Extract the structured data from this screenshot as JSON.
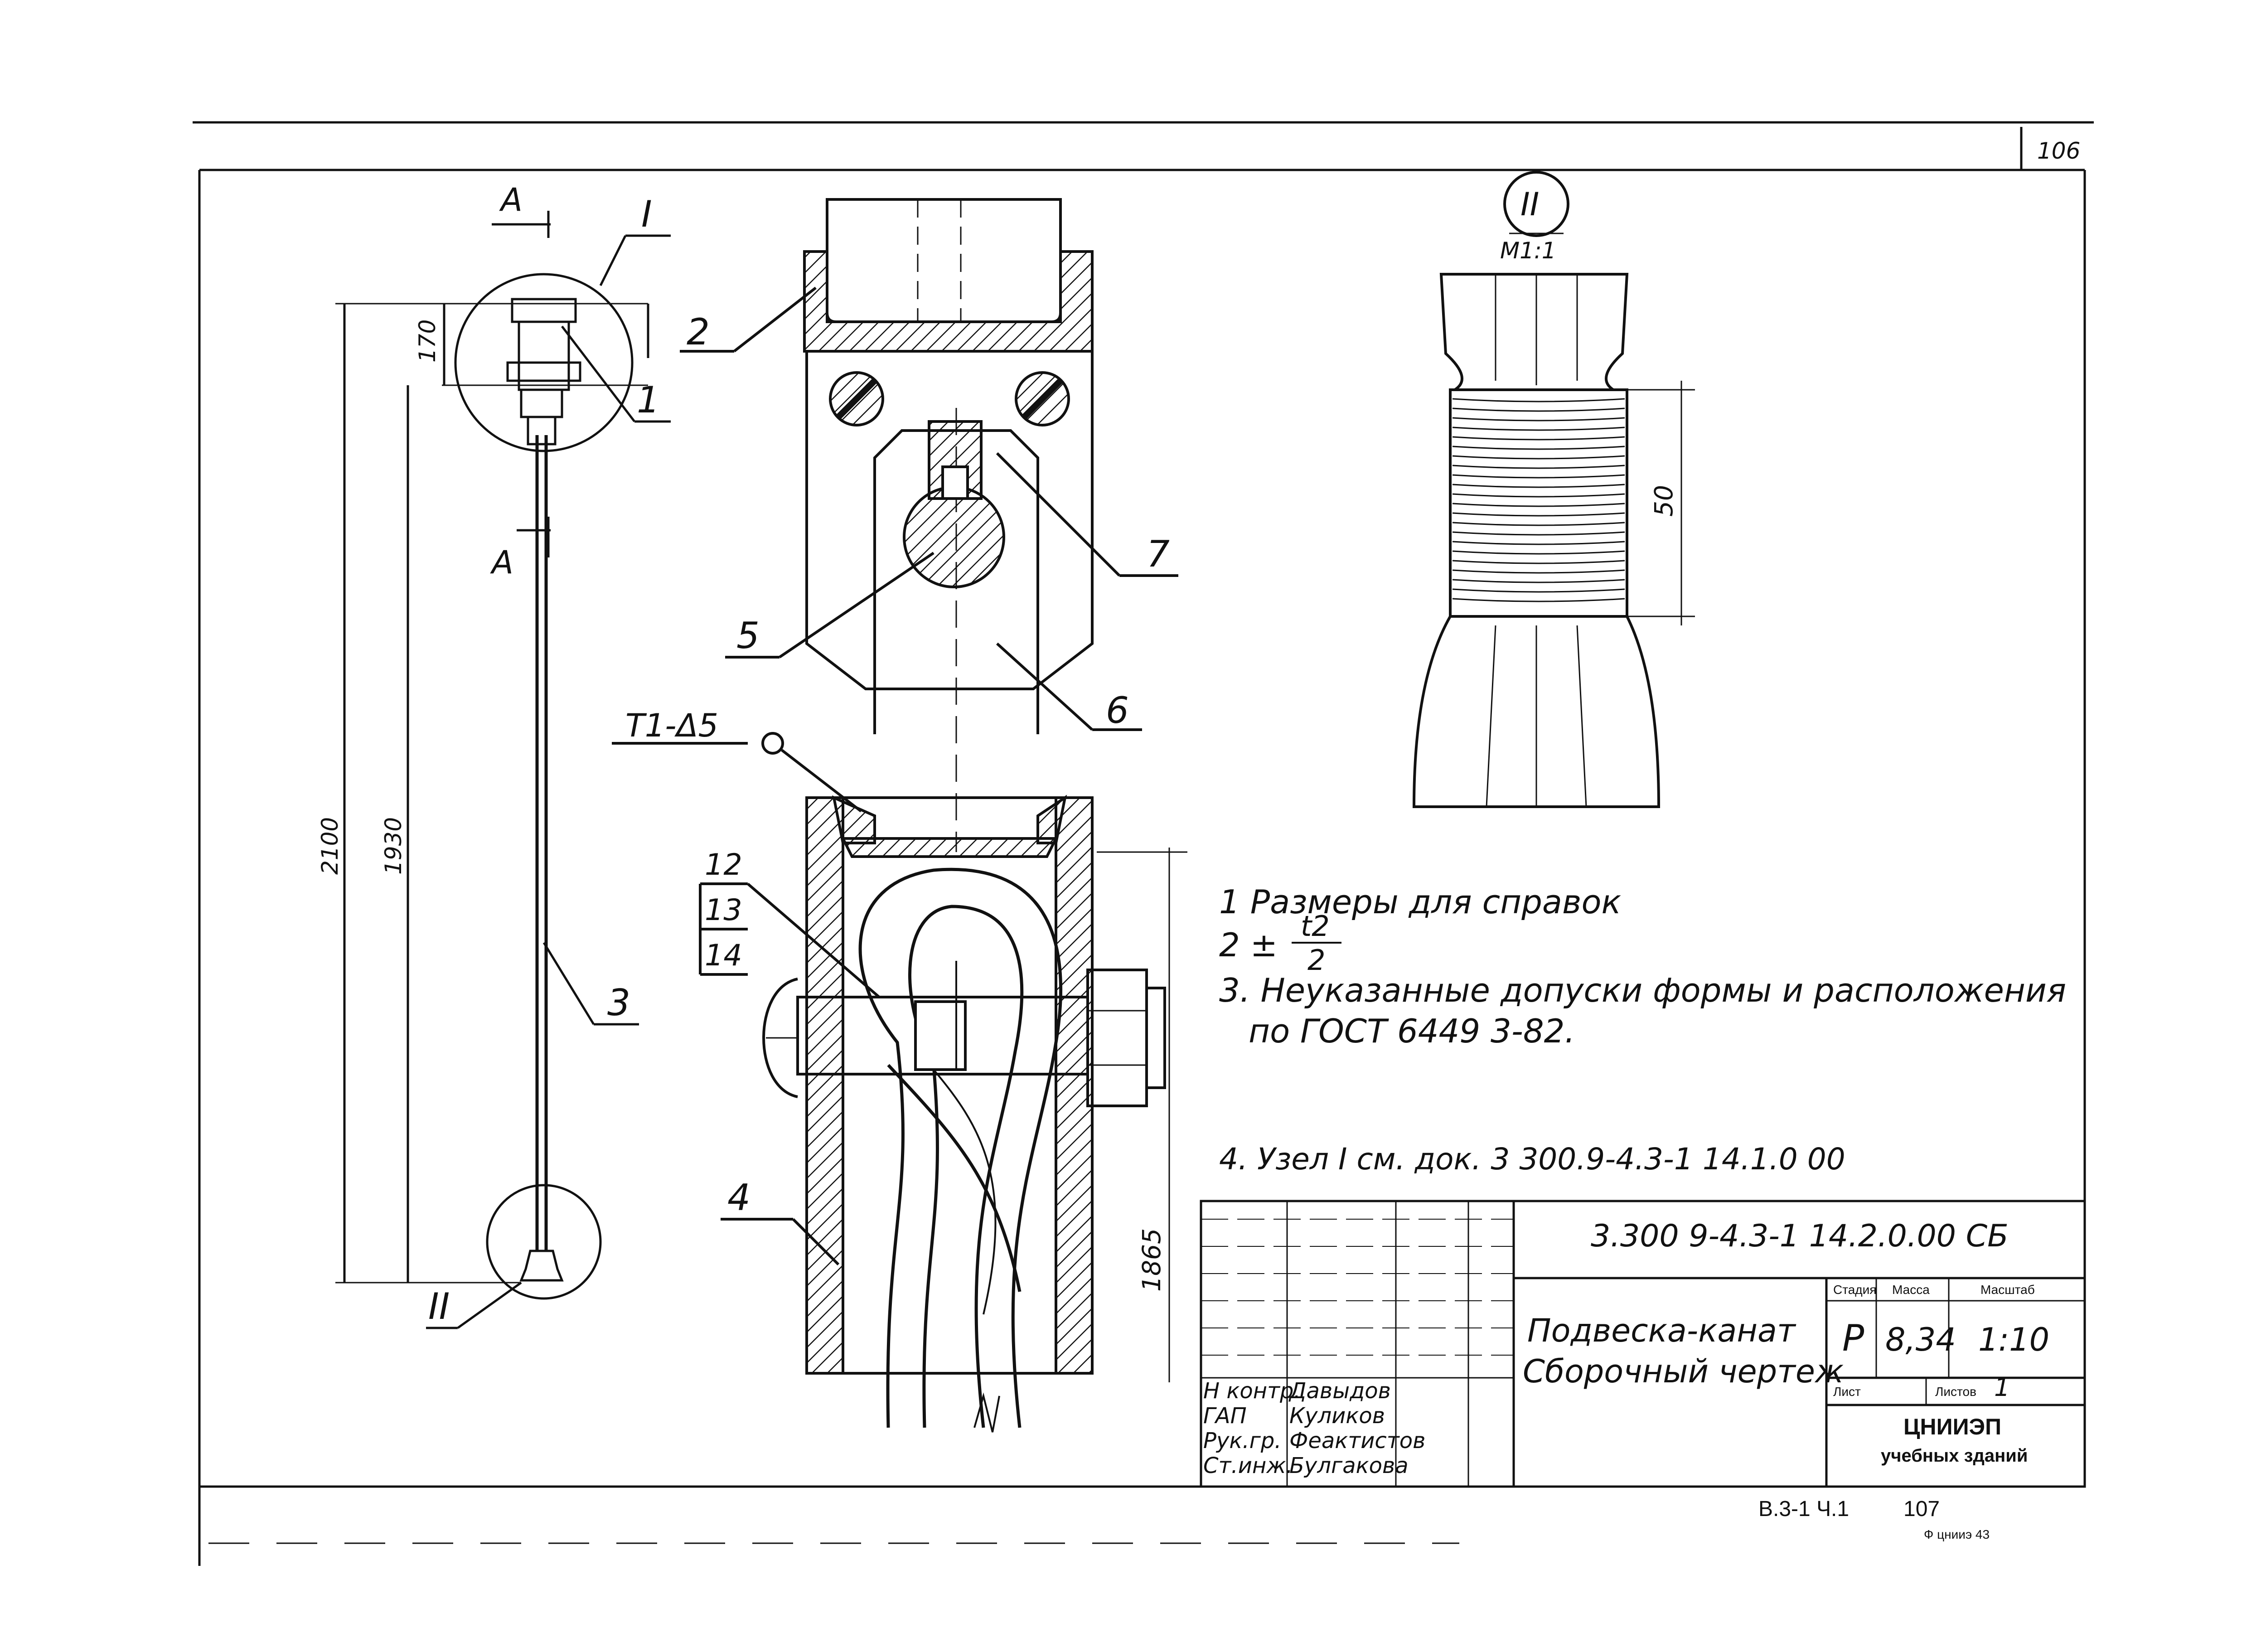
{
  "sheet": {
    "page_number": "106",
    "footer_doc": "В.3-1 Ч.1",
    "footer_page": "107",
    "form": "Ф цнииэ 43"
  },
  "detail_labels": {
    "section_mark": "A",
    "node_I": "I",
    "node_II": "II",
    "node_II_scale": "М1:1"
  },
  "dimensions": {
    "d170": "170",
    "d2100": "2100",
    "d1930": "1930",
    "d50": "50",
    "d1865": "1865"
  },
  "positions": {
    "p1": "1",
    "p2": "2",
    "p3": "3",
    "p4": "4",
    "p5": "5",
    "p6": "6",
    "p7": "7",
    "p12": "12",
    "p13": "13",
    "p14": "14"
  },
  "weld": "T1-Δ5",
  "notes": {
    "n1": "1  Размеры для справок",
    "n2_prefix": "2  ±",
    "n2_num": "t2",
    "n2_den": "2",
    "n3_line1": "3. Неуказанные допуски формы и расположения",
    "n3_line2": "по ГОСТ 6449 3-82.",
    "n4": "4. Узел I см. док. 3 300.9-4.3-1 14.1.0 00"
  },
  "title_block": {
    "doc_code": "3.300 9-4.3-1 14.2.0.00 СБ",
    "name_line1": "Подвеска-канат",
    "name_line2": "Сборочный чертеж",
    "col_stage": "Стадия",
    "col_mass": "Масса",
    "col_scale": "Масштаб",
    "stage": "Р",
    "mass": "8,34",
    "scale": "1:10",
    "sheet_label": "Лист",
    "sheets_label": "Листов",
    "sheets_value": "1",
    "org_line1": "ЦНИИЭП",
    "org_line2": "учебных зданий",
    "roles": [
      "Н контр.",
      "ГАП",
      "Рук.гр.",
      "Ст.инж."
    ],
    "names": [
      "Давыдов",
      "Куликов",
      "Феактистов",
      "Булгакова"
    ]
  }
}
